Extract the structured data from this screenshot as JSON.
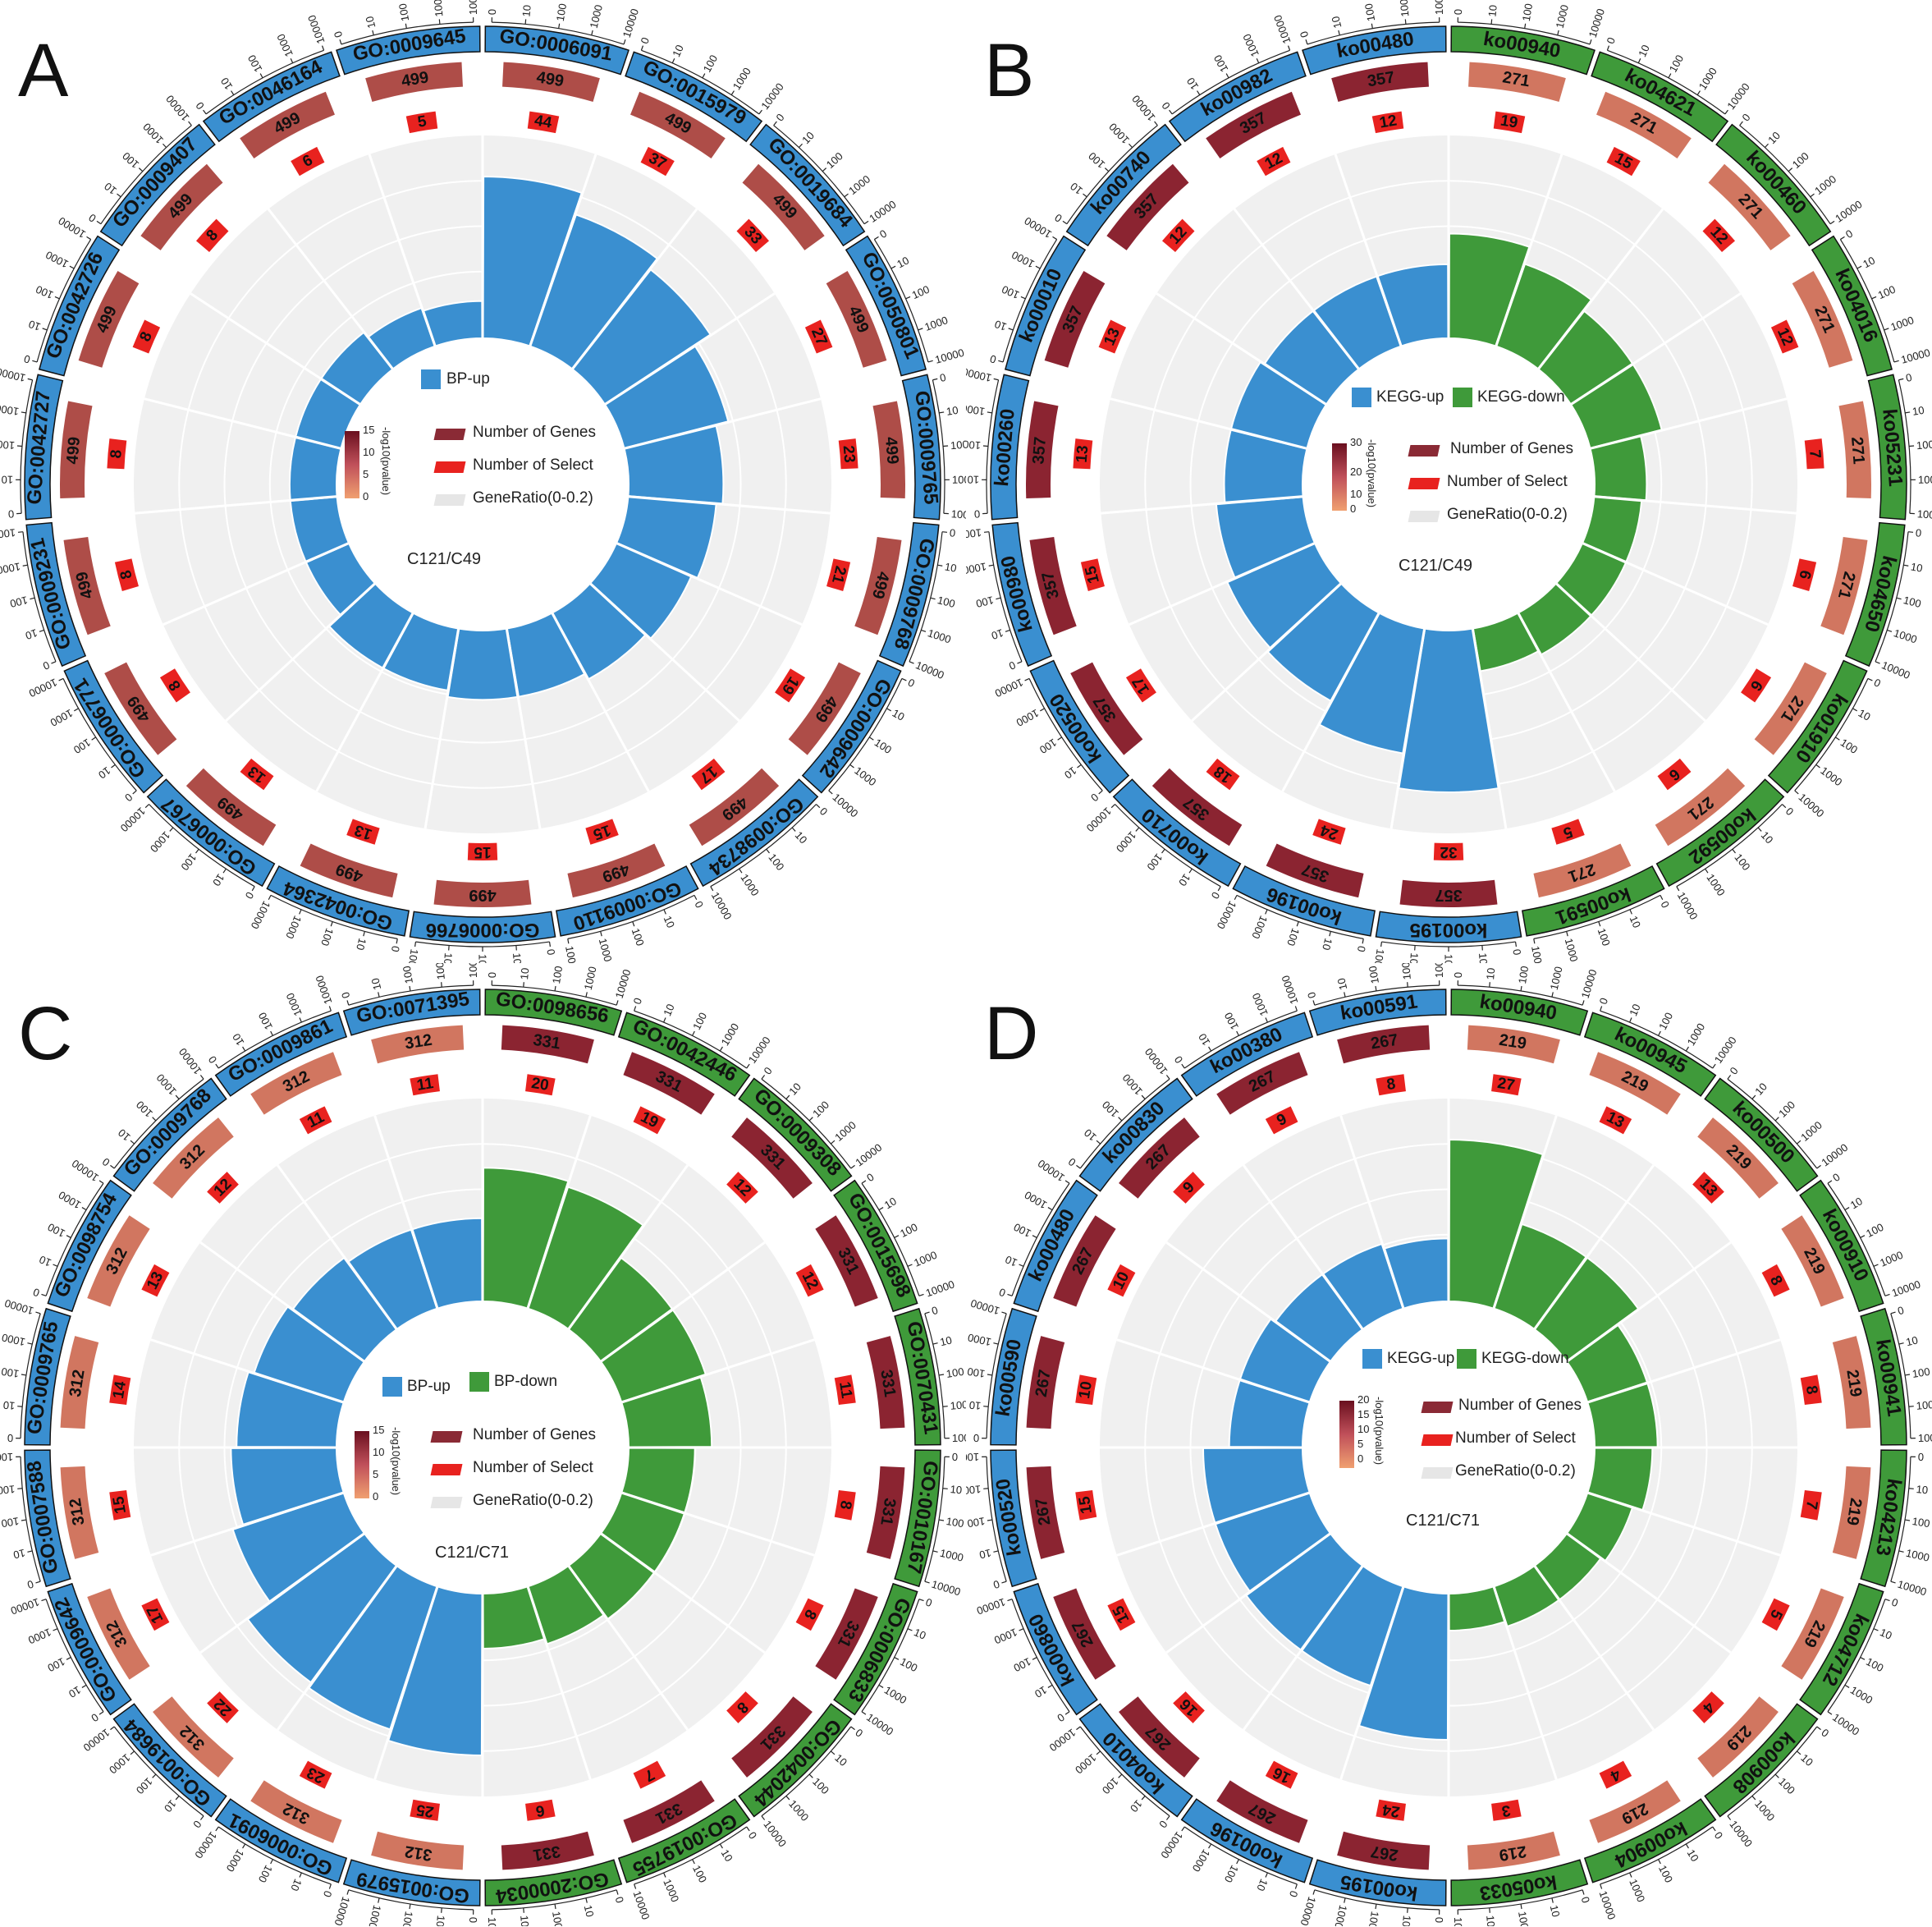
{
  "colors": {
    "up": "#3a8fd0",
    "down": "#3f9a3a",
    "genes_low": "#ee9873",
    "genes_high": "#7a1025",
    "select": "#e8221f",
    "track_bg": "#f0f0f0"
  },
  "panels": [
    {
      "letter": "A",
      "legend": {
        "series": [
          {
            "name": "BP-up",
            "color": "#3a8fd0"
          }
        ],
        "genes_label": "Number of Genes",
        "select_label": "Number of Select",
        "ratio_label": "GeneRatio(0-0.2)",
        "cb_title": "-log10(pvalue)",
        "cb_ticks": [
          "15",
          "10",
          "5",
          "0"
        ],
        "comparison": "C121/C49"
      },
      "chart_data": {
        "type": "circos",
        "scale_ticks": [
          "0",
          "10",
          "100",
          "1000",
          "10000"
        ],
        "terms": [
          {
            "id": "GO:0006091",
            "genes": 499,
            "select": 44,
            "group": "up"
          },
          {
            "id": "GO:0015979",
            "genes": 499,
            "select": 37,
            "group": "up"
          },
          {
            "id": "GO:0019684",
            "genes": 499,
            "select": 33,
            "group": "up"
          },
          {
            "id": "GO:0050801",
            "genes": 499,
            "select": 27,
            "group": "up"
          },
          {
            "id": "GO:0009765",
            "genes": 499,
            "select": 23,
            "group": "up"
          },
          {
            "id": "GO:0009768",
            "genes": 499,
            "select": 21,
            "group": "up"
          },
          {
            "id": "GO:0009642",
            "genes": 499,
            "select": 19,
            "group": "up"
          },
          {
            "id": "GO:0098734",
            "genes": 499,
            "select": 17,
            "group": "up"
          },
          {
            "id": "GO:0009110",
            "genes": 499,
            "select": 15,
            "group": "up"
          },
          {
            "id": "GO:0006766",
            "genes": 499,
            "select": 15,
            "group": "up"
          },
          {
            "id": "GO:0042364",
            "genes": 499,
            "select": 13,
            "group": "up"
          },
          {
            "id": "GO:0006767",
            "genes": 499,
            "select": 13,
            "group": "up"
          },
          {
            "id": "GO:0006771",
            "genes": 499,
            "select": 8,
            "group": "up"
          },
          {
            "id": "GO:0009231",
            "genes": 499,
            "select": 8,
            "group": "up"
          },
          {
            "id": "GO:0042727",
            "genes": 499,
            "select": 8,
            "group": "up"
          },
          {
            "id": "GO:0042726",
            "genes": 499,
            "select": 8,
            "group": "up"
          },
          {
            "id": "GO:0009407",
            "genes": 499,
            "select": 8,
            "group": "up"
          },
          {
            "id": "GO:0046164",
            "genes": 499,
            "select": 6,
            "group": "up"
          },
          {
            "id": "GO:0009645",
            "genes": 499,
            "select": 5,
            "group": "up"
          }
        ]
      }
    },
    {
      "letter": "B",
      "legend": {
        "series": [
          {
            "name": "KEGG-up",
            "color": "#3a8fd0"
          },
          {
            "name": "KEGG-down",
            "color": "#3f9a3a"
          }
        ],
        "genes_label": "Number of Genes",
        "select_label": "Number of Select",
        "ratio_label": "GeneRatio(0-0.2)",
        "cb_title": "-log10(pvalue)",
        "cb_ticks": [
          "30",
          "20",
          "10",
          "0"
        ],
        "comparison": "C121/C49"
      },
      "chart_data": {
        "type": "circos",
        "scale_ticks": [
          "0",
          "10",
          "100",
          "1000",
          "10000"
        ],
        "terms": [
          {
            "id": "ko00940",
            "genes": 271,
            "select": 19,
            "group": "down"
          },
          {
            "id": "ko04621",
            "genes": 271,
            "select": 15,
            "group": "down"
          },
          {
            "id": "ko00460",
            "genes": 271,
            "select": 12,
            "group": "down"
          },
          {
            "id": "ko04016",
            "genes": 271,
            "select": 12,
            "group": "down"
          },
          {
            "id": "ko05231",
            "genes": 271,
            "select": 7,
            "group": "down"
          },
          {
            "id": "ko04650",
            "genes": 271,
            "select": 6,
            "group": "down"
          },
          {
            "id": "ko01910",
            "genes": 271,
            "select": 6,
            "group": "down"
          },
          {
            "id": "ko00592",
            "genes": 271,
            "select": 6,
            "group": "down"
          },
          {
            "id": "ko00591",
            "genes": 271,
            "select": 5,
            "group": "down"
          },
          {
            "id": "ko00195",
            "genes": 357,
            "select": 32,
            "group": "up"
          },
          {
            "id": "ko00196",
            "genes": 357,
            "select": 24,
            "group": "up"
          },
          {
            "id": "ko00710",
            "genes": 357,
            "select": 18,
            "group": "up"
          },
          {
            "id": "ko00520",
            "genes": 357,
            "select": 17,
            "group": "up"
          },
          {
            "id": "ko00980",
            "genes": 357,
            "select": 15,
            "group": "up"
          },
          {
            "id": "ko00260",
            "genes": 357,
            "select": 13,
            "group": "up"
          },
          {
            "id": "ko00010",
            "genes": 357,
            "select": 13,
            "group": "up"
          },
          {
            "id": "ko00740",
            "genes": 357,
            "select": 12,
            "group": "up"
          },
          {
            "id": "ko00982",
            "genes": 357,
            "select": 12,
            "group": "up"
          },
          {
            "id": "ko00480",
            "genes": 357,
            "select": 12,
            "group": "up"
          }
        ]
      }
    },
    {
      "letter": "C",
      "legend": {
        "series": [
          {
            "name": "BP-up",
            "color": "#3a8fd0"
          },
          {
            "name": "BP-down",
            "color": "#3f9a3a"
          }
        ],
        "genes_label": "Number of Genes",
        "select_label": "Number of Select",
        "ratio_label": "GeneRatio(0-0.2)",
        "cb_title": "-log10(pvalue)",
        "cb_ticks": [
          "15",
          "10",
          "5",
          "0"
        ],
        "comparison": "C121/C71"
      },
      "chart_data": {
        "type": "circos",
        "scale_ticks": [
          "0",
          "10",
          "100",
          "1000",
          "10000"
        ],
        "terms": [
          {
            "id": "GO:0098656",
            "genes": 331,
            "select": 20,
            "group": "down"
          },
          {
            "id": "GO:0042446",
            "genes": 331,
            "select": 19,
            "group": "down"
          },
          {
            "id": "GO:0009308",
            "genes": 331,
            "select": 12,
            "group": "down"
          },
          {
            "id": "GO:0015698",
            "genes": 331,
            "select": 12,
            "group": "down"
          },
          {
            "id": "GO:0070431",
            "genes": 331,
            "select": 11,
            "group": "down"
          },
          {
            "id": "GO:0010167",
            "genes": 331,
            "select": 8,
            "group": "down"
          },
          {
            "id": "GO:0006833",
            "genes": 331,
            "select": 8,
            "group": "down"
          },
          {
            "id": "GO:0042044",
            "genes": 331,
            "select": 8,
            "group": "down"
          },
          {
            "id": "GO:0019755",
            "genes": 331,
            "select": 7,
            "group": "down"
          },
          {
            "id": "GO:2000034",
            "genes": 331,
            "select": 6,
            "group": "down"
          },
          {
            "id": "GO:0015979",
            "genes": 312,
            "select": 25,
            "group": "up"
          },
          {
            "id": "GO:0006091",
            "genes": 312,
            "select": 23,
            "group": "up"
          },
          {
            "id": "GO:0019684",
            "genes": 312,
            "select": 22,
            "group": "up"
          },
          {
            "id": "GO:0009642",
            "genes": 312,
            "select": 17,
            "group": "up"
          },
          {
            "id": "GO:0007588",
            "genes": 312,
            "select": 15,
            "group": "up"
          },
          {
            "id": "GO:0009765",
            "genes": 312,
            "select": 14,
            "group": "up"
          },
          {
            "id": "GO:0098754",
            "genes": 312,
            "select": 13,
            "group": "up"
          },
          {
            "id": "GO:0009768",
            "genes": 312,
            "select": 12,
            "group": "up"
          },
          {
            "id": "GO:0009861",
            "genes": 312,
            "select": 11,
            "group": "up"
          },
          {
            "id": "GO:0071395",
            "genes": 312,
            "select": 11,
            "group": "up"
          }
        ]
      }
    },
    {
      "letter": "D",
      "legend": {
        "series": [
          {
            "name": "KEGG-up",
            "color": "#3a8fd0"
          },
          {
            "name": "KEGG-down",
            "color": "#3f9a3a"
          }
        ],
        "genes_label": "Number of Genes",
        "select_label": "Number of Select",
        "ratio_label": "GeneRatio(0-0.2)",
        "cb_title": "-log10(pvalue)",
        "cb_ticks": [
          "20",
          "15",
          "10",
          "5",
          "0"
        ],
        "comparison": "C121/C71"
      },
      "chart_data": {
        "type": "circos",
        "scale_ticks": [
          "0",
          "10",
          "100",
          "1000",
          "10000"
        ],
        "terms": [
          {
            "id": "ko00940",
            "genes": 219,
            "select": 27,
            "group": "down"
          },
          {
            "id": "ko00945",
            "genes": 219,
            "select": 13,
            "group": "down"
          },
          {
            "id": "ko00500",
            "genes": 219,
            "select": 13,
            "group": "down"
          },
          {
            "id": "ko00910",
            "genes": 219,
            "select": 8,
            "group": "down"
          },
          {
            "id": "ko00941",
            "genes": 219,
            "select": 8,
            "group": "down"
          },
          {
            "id": "ko04213",
            "genes": 219,
            "select": 7,
            "group": "down"
          },
          {
            "id": "ko04712",
            "genes": 219,
            "select": 5,
            "group": "down"
          },
          {
            "id": "ko00908",
            "genes": 219,
            "select": 4,
            "group": "down"
          },
          {
            "id": "ko00904",
            "genes": 219,
            "select": 4,
            "group": "down"
          },
          {
            "id": "ko05033",
            "genes": 219,
            "select": 3,
            "group": "down"
          },
          {
            "id": "ko00195",
            "genes": 267,
            "select": 24,
            "group": "up"
          },
          {
            "id": "ko00196",
            "genes": 267,
            "select": 16,
            "group": "up"
          },
          {
            "id": "ko04010",
            "genes": 267,
            "select": 16,
            "group": "up"
          },
          {
            "id": "ko00860",
            "genes": 267,
            "select": 15,
            "group": "up"
          },
          {
            "id": "ko00520",
            "genes": 267,
            "select": 15,
            "group": "up"
          },
          {
            "id": "ko00590",
            "genes": 267,
            "select": 10,
            "group": "up"
          },
          {
            "id": "ko00480",
            "genes": 267,
            "select": 10,
            "group": "up"
          },
          {
            "id": "ko00830",
            "genes": 267,
            "select": 9,
            "group": "up"
          },
          {
            "id": "ko00380",
            "genes": 267,
            "select": 9,
            "group": "up"
          },
          {
            "id": "ko00591",
            "genes": 267,
            "select": 8,
            "group": "up"
          }
        ]
      }
    }
  ]
}
